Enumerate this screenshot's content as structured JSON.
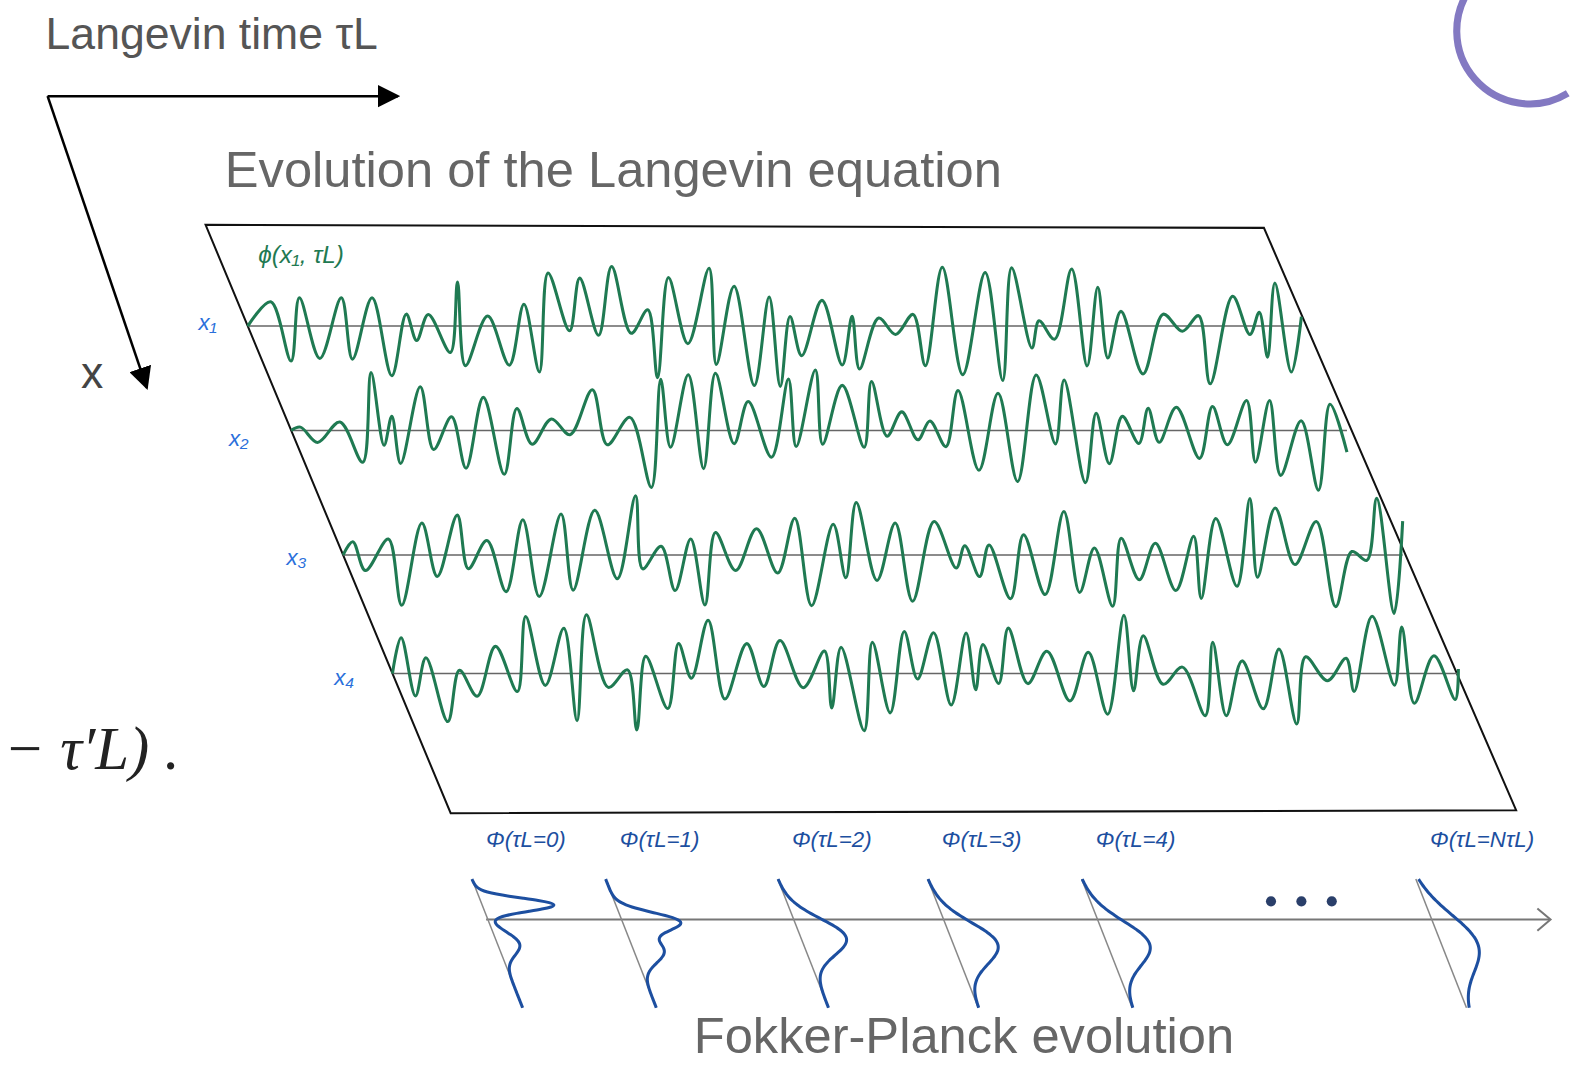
{
  "diagram": {
    "labels": [
      "Langevin time τL",
      "x",
      "Evolution of the Langevin equation",
      "ϕ(x₁, τL)",
      "x₁",
      "x₂",
      "x₃",
      "x₄",
      "− τ′L) .",
      "Φ(τL=0)",
      "Φ(τL=1)",
      "Φ(τL=2)",
      "Φ(τL=3)",
      "Φ(τL=4)",
      "Φ(τL=NτL)",
      "Fokker-Planck evolution"
    ]
  }
}
